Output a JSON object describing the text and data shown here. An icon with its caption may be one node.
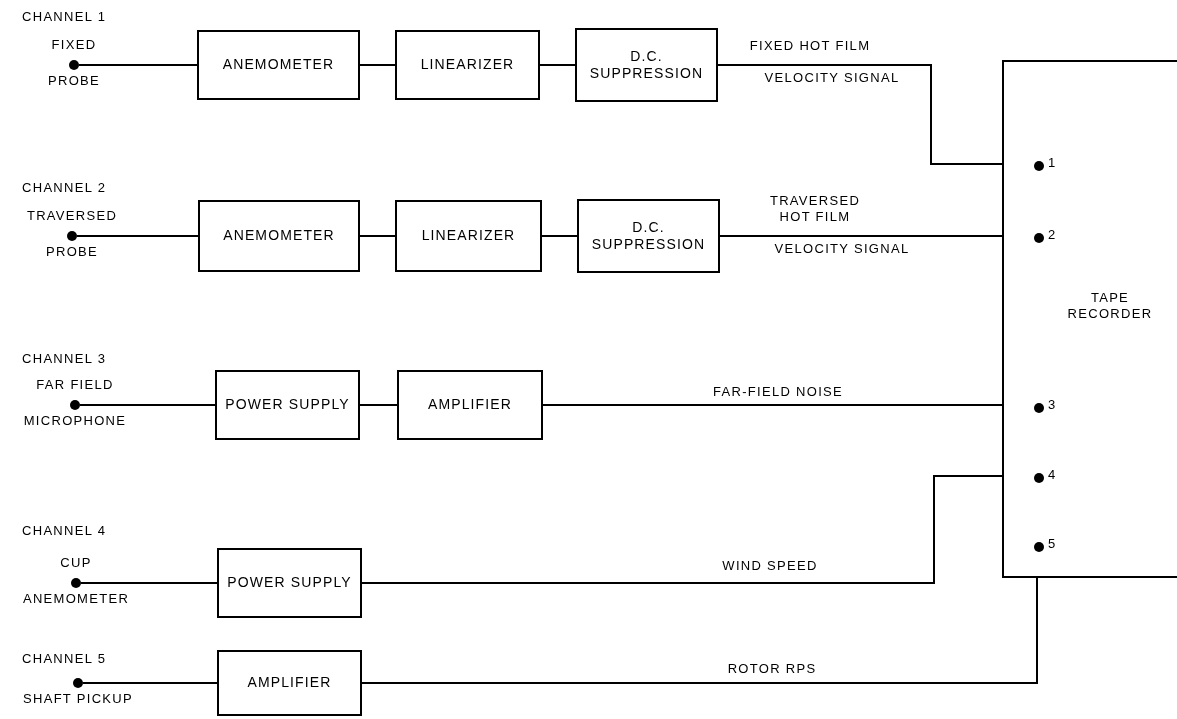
{
  "diagram": {
    "nodes": [
      {
        "text": [],
        "shape": "circle",
        "beside": [
          "FIXED",
          "PROBE"
        ]
      },
      {
        "text": [
          "ANEMOMETER"
        ]
      },
      {
        "text": [
          "LINEARIZER"
        ]
      },
      {
        "text": [
          "D.C. SUPPRESSION"
        ]
      },
      {
        "text": [],
        "shape": "circle",
        "beside": [
          "TRAVERSED",
          "PROBE"
        ]
      },
      {
        "text": [
          "ANEMOMETER"
        ]
      },
      {
        "text": [
          "LINEARIZER"
        ]
      },
      {
        "text": [
          "D.C. SUPPRESSION"
        ]
      },
      {
        "text": [],
        "shape": "circle",
        "beside": [
          "FAR FIELD",
          "MICROPHONE"
        ]
      },
      {
        "text": [
          "POWER SUPPLY"
        ]
      },
      {
        "text": [
          "AMPLIFIER"
        ]
      },
      {
        "text": [],
        "shape": "circle",
        "beside": [
          "CUP",
          "ANEMOMETER"
        ]
      },
      {
        "text": [
          "POWER SUPPLY"
        ]
      },
      {
        "text": [],
        "shape": "circle",
        "beside": [
          "SHAFT PICKUP"
        ]
      },
      {
        "text": [
          "AMPLIFIER"
        ]
      },
      {
        "text": [
          "TAPE RECORDER"
        ]
      },
      {
        "text": [],
        "shape": "circle",
        "beside": [
          "1"
        ],
        "in": 15
      },
      {
        "text": [],
        "shape": "circle",
        "beside": [
          "2"
        ],
        "in": 15
      },
      {
        "text": [],
        "shape": "circle",
        "beside": [
          "3"
        ],
        "in": 15
      },
      {
        "text": [],
        "shape": "circle",
        "beside": [
          "4"
        ],
        "in": 15
      },
      {
        "text": [],
        "shape": "circle",
        "beside": [
          "5"
        ],
        "in": 15
      }
    ],
    "edges": [
      {
        "from": 0,
        "to": 1,
        "arrow": "none"
      },
      {
        "from": 1,
        "to": 2,
        "arrow": "none"
      },
      {
        "from": 2,
        "to": 3,
        "arrow": "none"
      },
      {
        "from": 3,
        "to": 16,
        "arrow": "none",
        "label": "FIXED HOT FILM"
      },
      {
        "from": 4,
        "to": 5,
        "arrow": "none"
      },
      {
        "from": 5,
        "to": 6,
        "arrow": "none"
      },
      {
        "from": 6,
        "to": 7,
        "arrow": "none"
      },
      {
        "from": 7,
        "to": 17,
        "arrow": "none",
        "label": "TRAVERSED HOT FILM"
      },
      {
        "from": 8,
        "to": 9,
        "arrow": "none"
      },
      {
        "from": 9,
        "to": 10,
        "arrow": "none"
      },
      {
        "from": 10,
        "to": 18,
        "arrow": "none",
        "label": "FAR-FIELD NOISE"
      },
      {
        "from": 11,
        "to": 12,
        "arrow": "none"
      },
      {
        "from": 12,
        "to": 19,
        "arrow": "none",
        "label": "WIND SPEED"
      },
      {
        "from": 13,
        "to": 14,
        "arrow": "none"
      },
      {
        "from": 14,
        "to": 20,
        "arrow": "none",
        "label": "ROTOR RPS"
      }
    ],
    "labels": [
      "CHANNEL 1",
      "CHANNEL 2",
      "CHANNEL 3",
      "CHANNEL 4",
      "CHANNEL 5",
      "VELOCITY SIGNAL",
      "VELOCITY SIGNAL"
    ]
  }
}
